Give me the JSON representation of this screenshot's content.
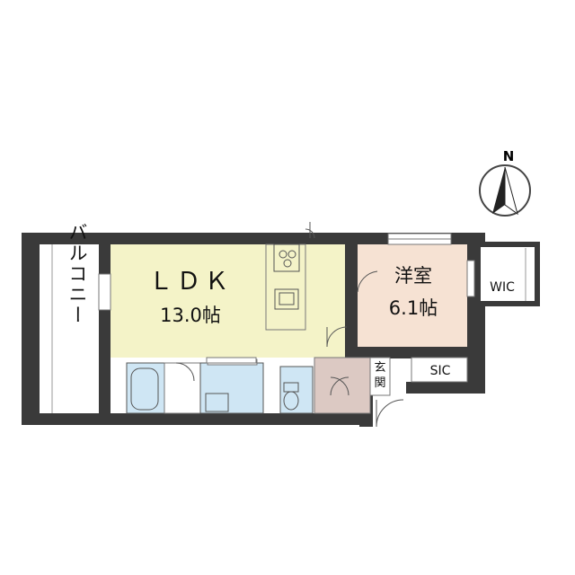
{
  "compass": {
    "label": "N",
    "icon": "north-arrow-icon"
  },
  "rooms": {
    "ldk": {
      "name": "ＬＤＫ",
      "size": "13.0帖"
    },
    "bedroom": {
      "name": "洋室",
      "size": "6.1帖"
    },
    "wic": {
      "name": "WIC"
    },
    "sic": {
      "name": "SIC"
    },
    "entrance": {
      "name_top": "玄",
      "name_bottom": "関"
    },
    "balcony": {
      "name": "バルコニー"
    }
  },
  "colors": {
    "wall": "#3a3a3a",
    "ldk": "#f4f3c8",
    "bedroom": "#f6e2d3",
    "wet_area": "#cfe6f4",
    "entrance": "#dcc9c3",
    "storage": "#ffffff",
    "balcony": "#ffffff"
  }
}
